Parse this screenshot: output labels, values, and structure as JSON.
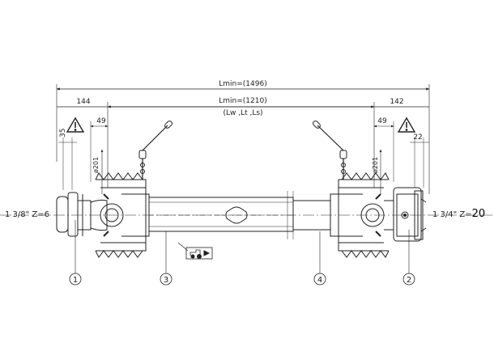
{
  "dimensions": {
    "overall_length": "Lmin=(1496)",
    "tube_length": "Lmin=(1210)",
    "tube_length_note": "(Lw ,Lt ,Ls)",
    "left_offset": "144",
    "right_offset": "142",
    "left_guard_offset": "49",
    "right_guard_offset": "49",
    "left_hub_width": "35",
    "right_hub_width": "22",
    "left_diameter": "ø201",
    "right_diameter": "ø201"
  },
  "shaft_specs": {
    "left_prefix": "1 3/8\" Z=",
    "left_spline": "6",
    "right_prefix": "1 3/4\" Z=",
    "right_spline": "20"
  },
  "balloons": [
    {
      "id": "1",
      "label": "1"
    },
    {
      "id": "3",
      "label": "3"
    },
    {
      "id": "4",
      "label": "4"
    },
    {
      "id": "2",
      "label": "2"
    }
  ],
  "icons": {
    "left_warning": "warning-triangle-icon",
    "right_warning": "warning-triangle-icon",
    "tractor_label": "tractor-icon"
  },
  "colors": {
    "line": "#222222",
    "background": "#ffffff"
  }
}
